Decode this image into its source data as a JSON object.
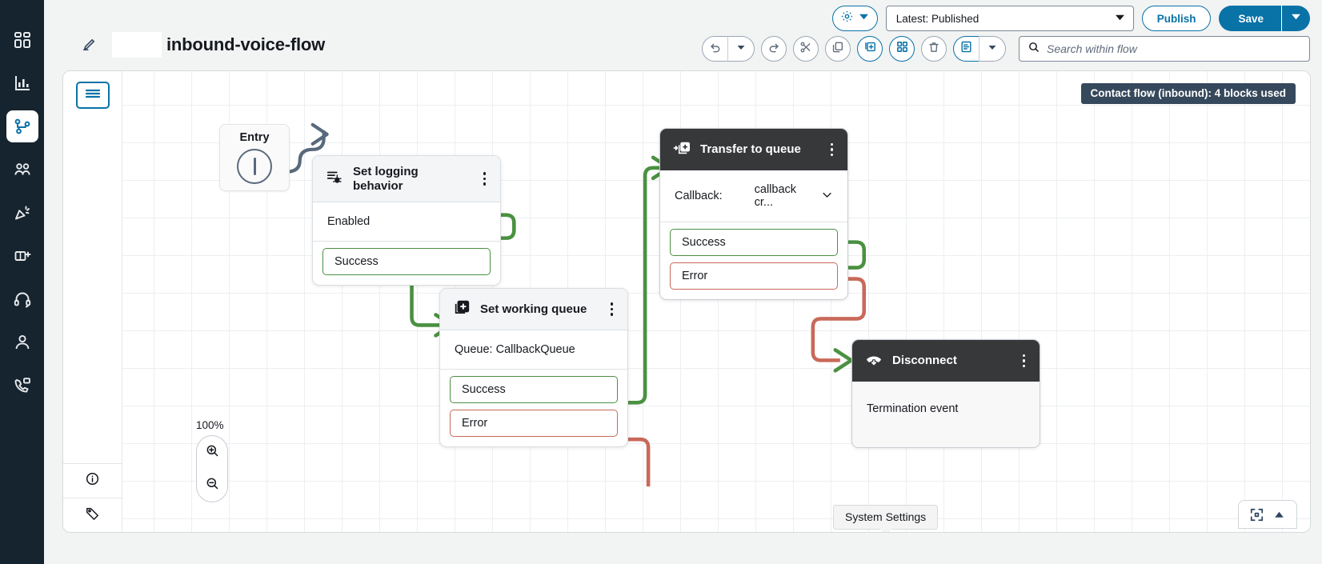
{
  "nav": {
    "items": [
      {
        "name": "dashboard",
        "icon": "dashboard-icon",
        "active": false
      },
      {
        "name": "analytics",
        "icon": "bar-chart-icon",
        "active": false
      },
      {
        "name": "routing",
        "icon": "flow-graph-icon",
        "active": true
      },
      {
        "name": "users",
        "icon": "users-icon",
        "active": false
      },
      {
        "name": "campaigns",
        "icon": "megaphone-icon",
        "active": false
      },
      {
        "name": "tasks",
        "icon": "book-plus-icon",
        "active": false
      },
      {
        "name": "agent-workspace",
        "icon": "headset-icon",
        "active": false
      },
      {
        "name": "profile",
        "icon": "person-icon",
        "active": false
      },
      {
        "name": "channels",
        "icon": "phone-chat-icon",
        "active": false
      }
    ]
  },
  "header": {
    "edit_icon": "pencil-icon",
    "flow_title": "inbound-voice-flow",
    "redacted_label": ""
  },
  "toolbar_top": {
    "gear_icon": "gear-icon",
    "gear_caret": "chevron-down-icon",
    "version_value": "Latest: Published",
    "version_caret": "chevron-down-icon",
    "publish_label": "Publish",
    "save_label": "Save",
    "save_caret": "chevron-down-icon"
  },
  "toolbar_second": {
    "undo_icon": "undo-icon",
    "undo_caret": "chevron-down-icon",
    "redo_icon": "redo-icon",
    "cut_icon": "scissors-icon",
    "copy_icon": "copy-icon",
    "paste_icon": "paste-add-icon",
    "grid_icon": "grid-blocks-icon",
    "delete_icon": "trash-icon",
    "notes_icon": "note-icon",
    "notes_caret": "chevron-down-icon"
  },
  "search": {
    "icon": "search-icon",
    "placeholder": "Search within flow",
    "value": ""
  },
  "canvas": {
    "menu_icon": "hamburger-icon",
    "info_icon": "info-circle-icon",
    "tag_icon": "tag-icon",
    "badge": "Contact flow (inbound): 4 blocks used",
    "zoom_level": "100%",
    "zoom_in_icon": "zoom-in-icon",
    "zoom_out_icon": "zoom-out-icon",
    "fit_icon": "fit-to-screen-icon",
    "collapse_icon": "triangle-up-icon",
    "tooltip": "System Settings"
  },
  "flow": {
    "entry": {
      "label": "Entry",
      "icon": "entry-port-icon"
    },
    "nodes": [
      {
        "id": "set-logging-behavior",
        "title": "Set logging behavior",
        "icon": "logging-bug-icon",
        "body": "Enabled",
        "selected": false,
        "ports": [
          {
            "label": "Success",
            "type": "success"
          }
        ]
      },
      {
        "id": "set-working-queue",
        "title": "Set working queue",
        "icon": "queue-plus-icon",
        "body": "Queue: CallbackQueue",
        "selected": false,
        "ports": [
          {
            "label": "Success",
            "type": "success"
          },
          {
            "label": "Error",
            "type": "error"
          }
        ]
      },
      {
        "id": "transfer-to-queue",
        "title": "Transfer to queue",
        "icon": "transfer-queue-icon",
        "body_key": "Callback:",
        "body_value": "callback cr...",
        "body_caret": "chevron-down-icon",
        "selected": true,
        "ports": [
          {
            "label": "Success",
            "type": "success"
          },
          {
            "label": "Error",
            "type": "error"
          }
        ]
      },
      {
        "id": "disconnect",
        "title": "Disconnect",
        "icon": "phone-hangup-icon",
        "body": "Termination event",
        "selected": true,
        "ports": []
      }
    ]
  },
  "colors": {
    "accent": "#0972a7",
    "nav_bg": "#16242f",
    "success": "#4a9141",
    "error": "#c9695a",
    "wire": "#59697c",
    "node_dark": "#36383a",
    "badge_bg": "#36485c"
  }
}
